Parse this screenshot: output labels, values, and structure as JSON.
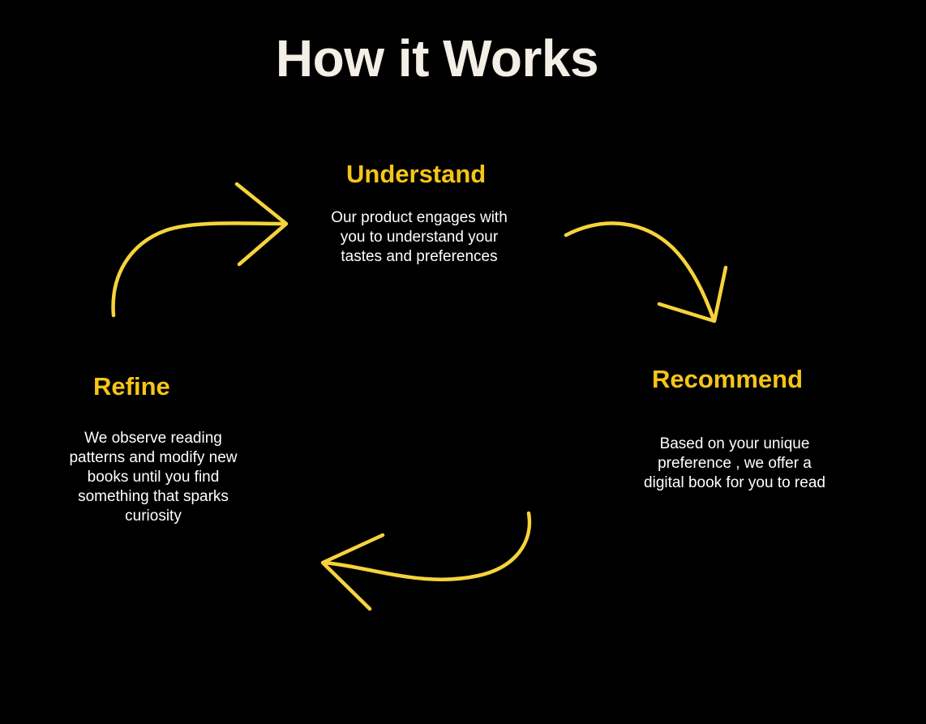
{
  "title": "How it Works",
  "colors": {
    "background": "#000000",
    "title": "#f3efe6",
    "accent": "#f5c518",
    "body_text": "#ffffff",
    "arrow": "#f6d33c"
  },
  "steps": [
    {
      "heading": "Understand",
      "body": "Our product engages with you to understand your tastes and preferences"
    },
    {
      "heading": "Recommend",
      "body": "Based on your unique preference , we offer a digital book for you to read"
    },
    {
      "heading": "Refine",
      "body": "We observe reading patterns and modify new books until you find something that sparks curiosity"
    }
  ],
  "arrows": [
    {
      "from": "Refine",
      "to": "Understand",
      "icon": "curved-arrow-icon"
    },
    {
      "from": "Understand",
      "to": "Recommend",
      "icon": "curved-arrow-icon"
    },
    {
      "from": "Recommend",
      "to": "Refine",
      "icon": "curved-arrow-icon"
    }
  ]
}
